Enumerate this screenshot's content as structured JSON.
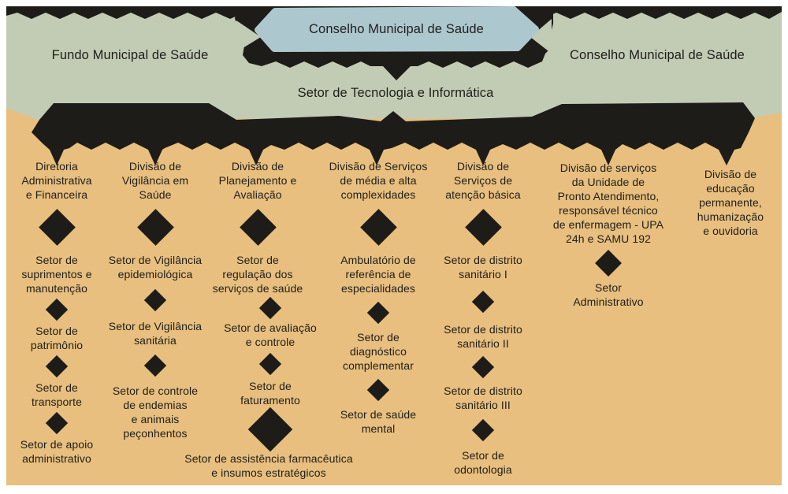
{
  "colors": {
    "green": "#c2ccb4",
    "blue": "#adc7ce",
    "tan": "#e8bf7e",
    "black": "#1d1c18",
    "text": "#1e1e1c",
    "white": "#ffffff"
  },
  "header": {
    "fundo_municipal": "Fundo Municipal de Saúde",
    "conselho_center": "Conselho Municipal de Saúde",
    "conselho_right": "Conselho Municipal de Saúde",
    "tecnologia": "Setor de Tecnologia e Informática"
  },
  "columns": [
    {
      "title": "Diretoria\nAdministrativa\ne Financeira",
      "nodes": [
        "Setor de\nsuprimentos e\nmanutenção",
        "Setor de\npatrimônio",
        "Setor de\ntransporte",
        "Setor de apoio\nadministrativo"
      ]
    },
    {
      "title": "Divisão de\nVigilância em\nSaúde",
      "nodes": [
        "Setor de Vigilância\nepidemiológica",
        "Setor de Vigilância\nsanitária",
        "Setor de controle\nde endemias\ne animais\npeçonhentos"
      ]
    },
    {
      "title": "Divisão de\nPlanejamento e\nAvaliação",
      "nodes": [
        "Setor de\nregulação dos\nserviços de saúde",
        "Setor de avaliação\ne controle",
        "Setor de\nfaturamento",
        "Setor de assistência farmacêutica\ne insumos estratégicos"
      ]
    },
    {
      "title": "Divisão de Serviços\nde média e alta\ncomplexidades",
      "nodes": [
        "Ambulatório de\nreferência de\nespecialidades",
        "Setor de\ndiagnóstico\ncomplementar",
        "Setor de saúde\nmental"
      ]
    },
    {
      "title": "Divisão de\nServiços de\natenção básica",
      "nodes": [
        "Setor de distrito\nsanitário I",
        "Setor de distrito\nsanitário II",
        "Setor de distrito\nsanitário III",
        "Setor de\nodontologia"
      ]
    },
    {
      "title": "Divisão de serviços\nda Unidade de\nPronto Atendimento,\nresponsável técnico\nde enfermagem - UPA\n24h e SAMU 192",
      "nodes": [
        "Setor\nAdministrativo"
      ]
    },
    {
      "title": "Divisão de\neducação\npermanente,\nhumanização\ne ouvidoria",
      "nodes": []
    }
  ]
}
